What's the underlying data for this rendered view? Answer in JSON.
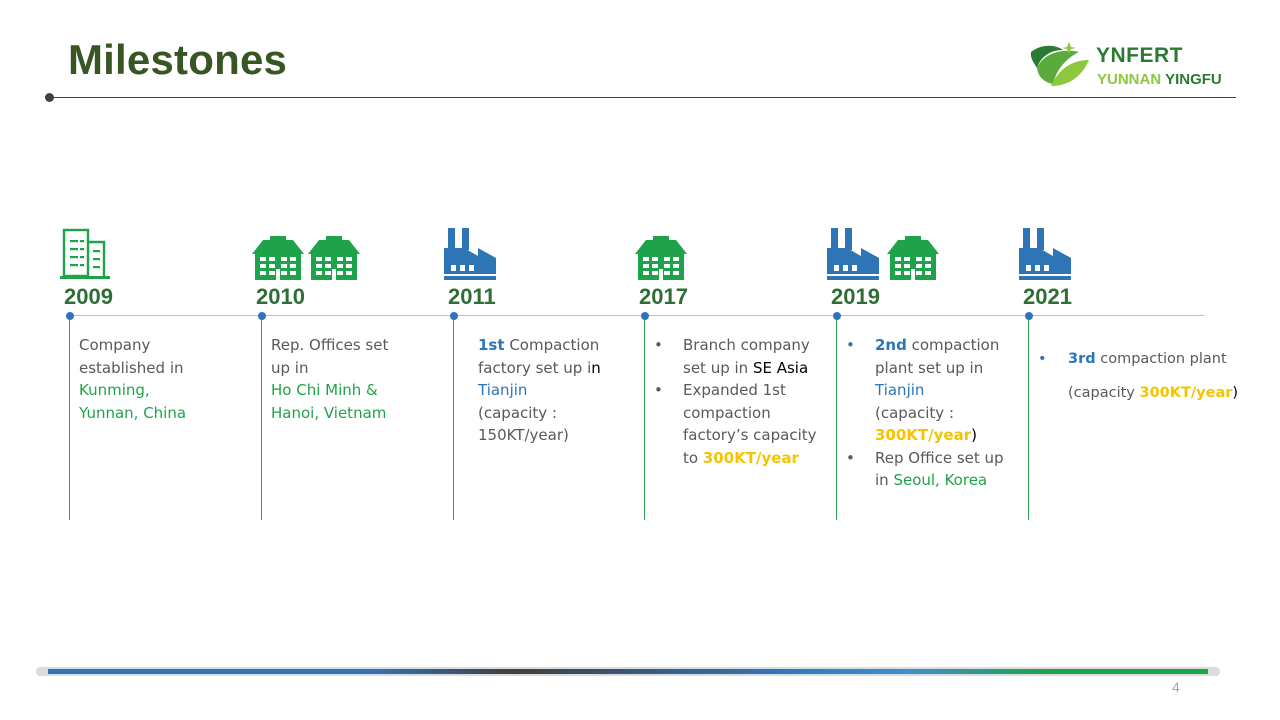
{
  "title": "Milestones",
  "page_number": "4",
  "logo": {
    "brand": "YNFERT",
    "sub_1": "YUNNAN",
    "sub_2": "YINGFU"
  },
  "colors": {
    "title": "#375623",
    "green_icon": "#1fa34a",
    "blue_icon": "#2e75b6",
    "highlight": "#f5c400"
  },
  "milestones": [
    {
      "year": "2009",
      "icons": [
        "office-building-icon"
      ],
      "lines": {
        "a": "Company",
        "b": "established in",
        "c": "Kunming,",
        "d": "Yunnan, China"
      }
    },
    {
      "year": "2010",
      "icons": [
        "house-icon",
        "house-icon"
      ],
      "lines": {
        "a": "Rep. Offices set",
        "b": "up  in",
        "c": "Ho Chi Minh &",
        "d": "Hanoi, Vietnam"
      }
    },
    {
      "year": "2011",
      "icons": [
        "factory-icon"
      ],
      "parts": {
        "ordinal": "1st",
        "t1": " Compaction",
        "t2": "factory set up i",
        "t3": "n",
        "place": "Tianjin",
        "cap1": "(capacity :",
        "cap2": "150KT/year)"
      }
    },
    {
      "year": "2017",
      "icons": [
        "house-icon"
      ],
      "bullets": [
        {
          "pre": "Branch company",
          "pre2": "set up in ",
          "place": "SE Asia"
        },
        {
          "t1": "Expanded 1st",
          "t2": "compaction",
          "t3": "factory’s  capacity",
          "t4": "to ",
          "val": "300KT/year"
        }
      ]
    },
    {
      "year": "2019",
      "icons": [
        "factory-icon",
        "house-icon"
      ],
      "bullets": [
        {
          "ordinal": "2nd",
          "t1": " compaction",
          "t2": "plant set up in",
          "place": "Tianjin",
          "cap": "(capacity :",
          "val": "300KT/year",
          "close": ")"
        },
        {
          "t1": "Rep Office set up",
          "t2": "in ",
          "place": "Seoul, Korea"
        }
      ]
    },
    {
      "year": "2021",
      "icons": [
        "factory-icon"
      ],
      "bullets": [
        {
          "ordinal": "3rd",
          "t1": " compaction plant",
          "open": "(capacity ",
          "val": "300KT/year",
          "close": ")"
        }
      ]
    }
  ]
}
